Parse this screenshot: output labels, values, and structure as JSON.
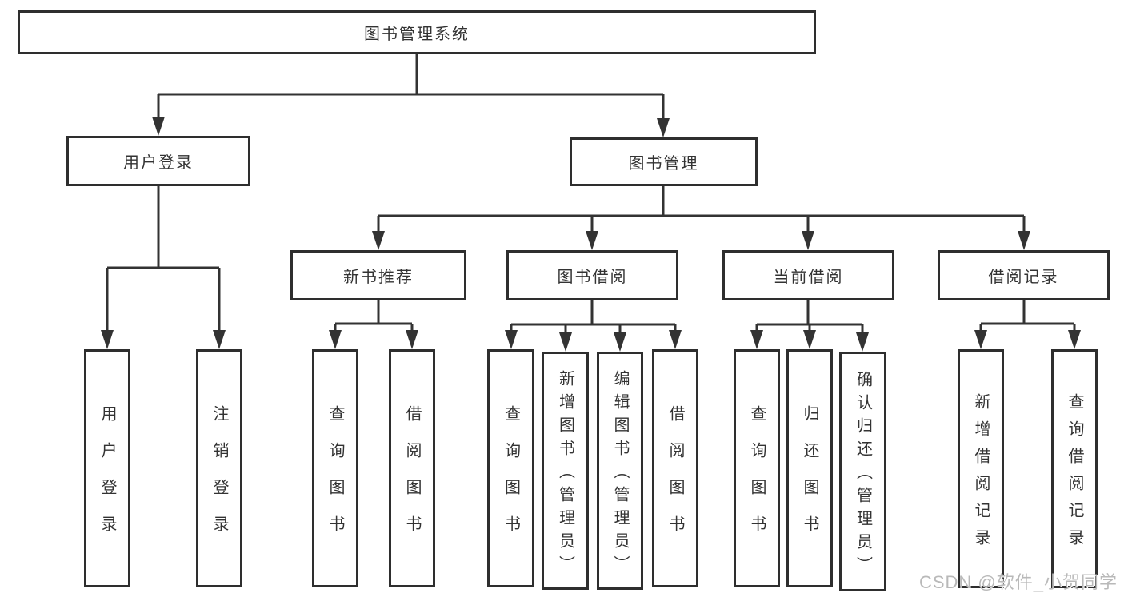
{
  "diagram_type": "tree",
  "colors": {
    "line": "#333333",
    "box_border": "#2e2e2e",
    "text": "#333333",
    "watermark": "#b9b9b9",
    "background": "#ffffff"
  },
  "tree": {
    "root": {
      "label": "图书管理系统",
      "children": [
        {
          "label": "用户登录",
          "children": [
            {
              "label": "用户登录"
            },
            {
              "label": "注销登录"
            }
          ]
        },
        {
          "label": "图书管理",
          "children": [
            {
              "label": "新书推荐",
              "children": [
                {
                  "label": "查询图书"
                },
                {
                  "label": "借阅图书"
                }
              ]
            },
            {
              "label": "图书借阅",
              "children": [
                {
                  "label": "查询图书"
                },
                {
                  "label": "新增图书（管理员）"
                },
                {
                  "label": "编辑图书（管理员）"
                },
                {
                  "label": "借阅图书"
                }
              ]
            },
            {
              "label": "当前借阅",
              "children": [
                {
                  "label": "查询图书"
                },
                {
                  "label": "归还图书"
                },
                {
                  "label": "确认归还（管理员）"
                }
              ]
            },
            {
              "label": "借阅记录",
              "children": [
                {
                  "label": "新增借阅记录"
                },
                {
                  "label": "查询借阅记录"
                }
              ]
            }
          ]
        }
      ]
    }
  },
  "watermark": {
    "text": "CSDN @软件_小贺同学"
  }
}
